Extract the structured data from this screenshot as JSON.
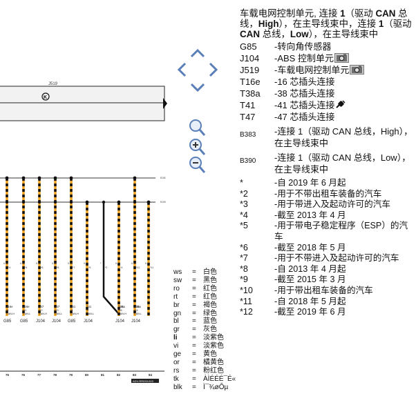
{
  "diagram": {
    "top_component": "J519",
    "wire_dots": [
      "0.35 sw",
      "0.35 gn",
      "0.35 ro",
      "0.35 rt",
      "0.35 br",
      "0.35 gn"
    ],
    "wire_size_labels": [
      "0.35",
      "0.35",
      "0.35",
      "0.35",
      "0.35",
      "0.35",
      "*",
      "0.35",
      "0.35",
      "0.35"
    ],
    "wire_star_labels": [
      "*4",
      "*4",
      "*6",
      "*8",
      "*7",
      "*8",
      "*2",
      "*4",
      "*11",
      "*11"
    ],
    "connectors": [
      {
        "code": "T16e",
        "sub": "/3",
        "bus": "CAN-H",
        "comp": "G85"
      },
      {
        "code": "T16e",
        "sub": "/11",
        "bus": "CAN-L",
        "comp": "G85"
      },
      {
        "code": "T47",
        "sub": "/12",
        "bus": "CAN-H",
        "comp": "J104"
      },
      {
        "code": "T47",
        "sub": "/13",
        "bus": "CAN-L",
        "comp": "J104"
      },
      {
        "code": "T41",
        "sub": "/3",
        "bus": "CAN-H",
        "comp": "G85"
      },
      {
        "code": "T41",
        "sub": "/2",
        "bus": "CAN-L",
        "comp": "J104"
      },
      {
        "code": "T38a",
        "sub": "/26",
        "bus": "CAN-H",
        "comp": "J104"
      },
      {
        "code": "T38a",
        "sub": "/14",
        "bus": "CAN-L",
        "comp": "J104"
      }
    ],
    "bottom_numbers": [
      "75",
      "76",
      "77",
      "78",
      "79",
      "80",
      "81",
      "82",
      "83",
      "84"
    ],
    "bus_labels": [
      "B383",
      "B390"
    ],
    "doc_id": "ADV-RR033-003"
  },
  "navigation": {
    "pan_up": "pan-up",
    "pan_left": "pan-left",
    "pan_right": "pan-right",
    "pan_down": "pan-down",
    "zoom_reset": "zoom-reset",
    "zoom_in": "zoom-in",
    "zoom_out": "zoom-out"
  },
  "intro": {
    "p1": "车载电网控制单元, 连接 ",
    "p1b": "1",
    "p2": "（驱动 ",
    "p2b": "CAN",
    "p3": " 总线，",
    "p3b": "High",
    "p4": "），在主导线束中，连接 ",
    "p4b": "1",
    "p5": "（驱动 ",
    "p5b": "CAN",
    "p6": " 总线，",
    "p6b": "Low",
    "p7": "），在主导线束中"
  },
  "components": [
    {
      "code": "G85",
      "desc": "-转向角传感器"
    },
    {
      "code": "J104",
      "desc": "-ABS 控制单元",
      "icon": "camera"
    },
    {
      "code": "J519",
      "desc": "-车载电网控制单元",
      "icon": "camera"
    },
    {
      "code": "T16e",
      "desc": "-16 芯插头连接"
    },
    {
      "code": "T38a",
      "desc": "-38 芯插头连接"
    },
    {
      "code": "T41",
      "desc": "-41 芯插头连接",
      "icon": "plug"
    },
    {
      "code": "T47",
      "desc": "-47 芯插头连接"
    },
    {
      "code": "B383",
      "desc": "-连接 1（驱动 CAN 总线，High），在主导线束中",
      "small": true
    },
    {
      "code": "B390",
      "desc": "-连接 1（驱动 CAN 总线，Low），在主导线束中",
      "small": true
    }
  ],
  "notes": [
    {
      "code": "*",
      "desc": "-自 2019 年 6 月起"
    },
    {
      "code": "*2",
      "desc": "-用于不带出租车装备的汽车"
    },
    {
      "code": "*3",
      "desc": "-用于带进入及起动许可的汽车"
    },
    {
      "code": "*4",
      "desc": "-截至 2013 年 4 月"
    },
    {
      "code": "*5",
      "desc": "-用于带电子稳定程序（ESP）的汽车"
    },
    {
      "code": "*6",
      "desc": "-截至 2018 年 5 月"
    },
    {
      "code": "*7",
      "desc": "-用于不带进入及起动许可的汽车"
    },
    {
      "code": "*8",
      "desc": "-自 2013 年 4 月起"
    },
    {
      "code": "*9",
      "desc": "-截至 2015 年 3 月"
    },
    {
      "code": "*10",
      "desc": "-用于带出租车装备的汽车"
    },
    {
      "code": "*11",
      "desc": "-自 2018 年 5 月起"
    },
    {
      "code": "*12",
      "desc": "-截至 2019 年 6 月"
    }
  ],
  "colors": [
    {
      "code": "ws",
      "eq": "=",
      "name": "白色"
    },
    {
      "code": "sw",
      "eq": "=",
      "name": "黑色"
    },
    {
      "code": "ro",
      "eq": "=",
      "name": "红色"
    },
    {
      "code": "rt",
      "eq": "=",
      "name": "红色"
    },
    {
      "code": "br",
      "eq": "=",
      "name": "褐色"
    },
    {
      "code": "gn",
      "eq": "=",
      "name": "绿色"
    },
    {
      "code": "bl",
      "eq": "=",
      "name": "蓝色"
    },
    {
      "code": "gr",
      "eq": "=",
      "name": "灰色"
    },
    {
      "code": "li",
      "eq": "=",
      "name": "淡紫色",
      "bold": true
    },
    {
      "code": "vi",
      "eq": "=",
      "name": "淡紫色"
    },
    {
      "code": "ge",
      "eq": "=",
      "name": "黄色"
    },
    {
      "code": "or",
      "eq": "=",
      "name": "橘黄色"
    },
    {
      "code": "rs",
      "eq": "=",
      "name": "粉红色"
    },
    {
      "code": "tk",
      "eq": "=",
      "name": "ÀÌÉÉÉ¯É«"
    },
    {
      "code": "blk",
      "eq": "=",
      "name": "Ì¯¾øÔµ"
    }
  ],
  "palette": {
    "wire_orange": "#f0a020",
    "wire_black": "#111111",
    "bar_fill": "#f2f2f2",
    "nav_blue": "#5a7fb8"
  }
}
